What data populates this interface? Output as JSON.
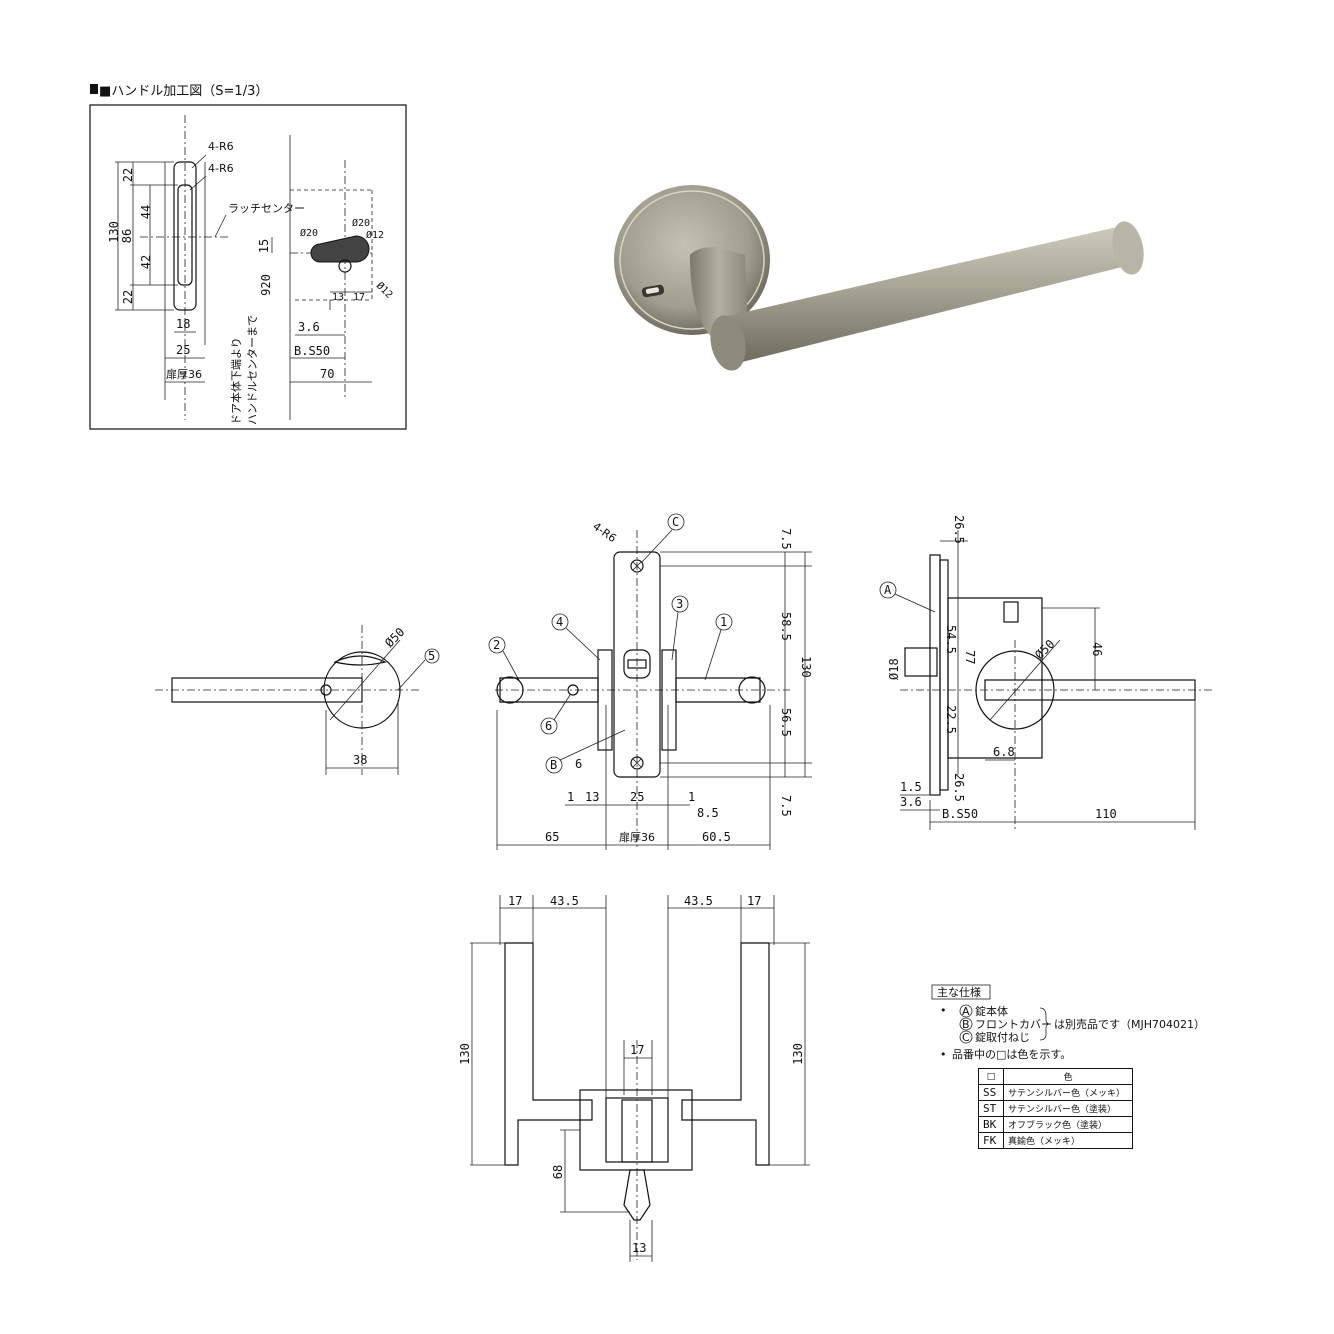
{
  "processing": {
    "title": "■ハンドル加工図（S=1/3）",
    "dims": {
      "top22": "22",
      "d44": "44",
      "d86": "86",
      "d130": "130",
      "d42": "42",
      "bot22": "22",
      "w18": "18",
      "w25": "25",
      "door": "扉厚36",
      "r6a": "4-R6",
      "r6b": "4-R6",
      "latch": "ラッチセンター",
      "d15": "15",
      "phi20a": "Ø20",
      "phi20b": "Ø20",
      "phi12a": "Ø12",
      "phi12b": "Ø12",
      "d13": "13",
      "d17": "17",
      "d920": "920",
      "d36": "3.6",
      "bs": "B.S50",
      "d70": "70",
      "note1": "ドア本体下端より",
      "note2": "ハンドルセンターまで"
    }
  },
  "side_view": {
    "dims": {
      "phi50": "Ø50",
      "d38": "38"
    },
    "labels": {
      "n5": "5"
    }
  },
  "front_view": {
    "labels": {
      "c": "C",
      "n1": "1",
      "n2": "2",
      "n3": "3",
      "n4": "4",
      "n6": "6",
      "b": "B"
    },
    "dims": {
      "r6": "4-R6",
      "d75a": "7.5",
      "d585": "58.5",
      "d130": "130",
      "d565": "56.5",
      "d75b": "7.5",
      "d6": "6",
      "d1a": "1",
      "d13": "13",
      "d25": "25",
      "d1b": "1",
      "d85": "8.5",
      "d65": "65",
      "door": "扉厚36",
      "d605": "60.5"
    }
  },
  "case_view": {
    "labels": {
      "a": "A"
    },
    "dims": {
      "d265a": "26.5",
      "d545": "54.5",
      "d77": "77",
      "phi18": "Ø18",
      "phi50": "Ø50",
      "d46": "46",
      "d225": "22.5",
      "d68": "6.8",
      "d15": "1.5",
      "d36": "3.6",
      "d265b": "26.5",
      "bs": "B.S50",
      "d110": "110"
    }
  },
  "top_view": {
    "dims": {
      "d17a": "17",
      "d435a": "43.5",
      "d435b": "43.5",
      "d17b": "17",
      "d130a": "130",
      "d130b": "130",
      "d17c": "17",
      "d68": "68",
      "d13": "13"
    }
  },
  "specs": {
    "heading": "主な仕様",
    "items": {
      "a": "錠本体",
      "b": "フロントカバー",
      "c": "錠取付ねじ"
    },
    "note": "は別売品です（MJH704021）",
    "color_note": "品番中の□は色を示す。",
    "table_head": {
      "code": "□",
      "color": "色"
    },
    "rows": [
      {
        "code": "SS",
        "name": "サテンシルバー色（メッキ）"
      },
      {
        "code": "ST",
        "name": "サテンシルバー色（塗装）"
      },
      {
        "code": "BK",
        "name": "オフブラック色（塗装）"
      },
      {
        "code": "FK",
        "name": "真鍮色（メッキ）"
      }
    ]
  },
  "colors": {
    "product": "#a9a595",
    "product_dark": "#6f6b5e",
    "ink": "#111111"
  }
}
